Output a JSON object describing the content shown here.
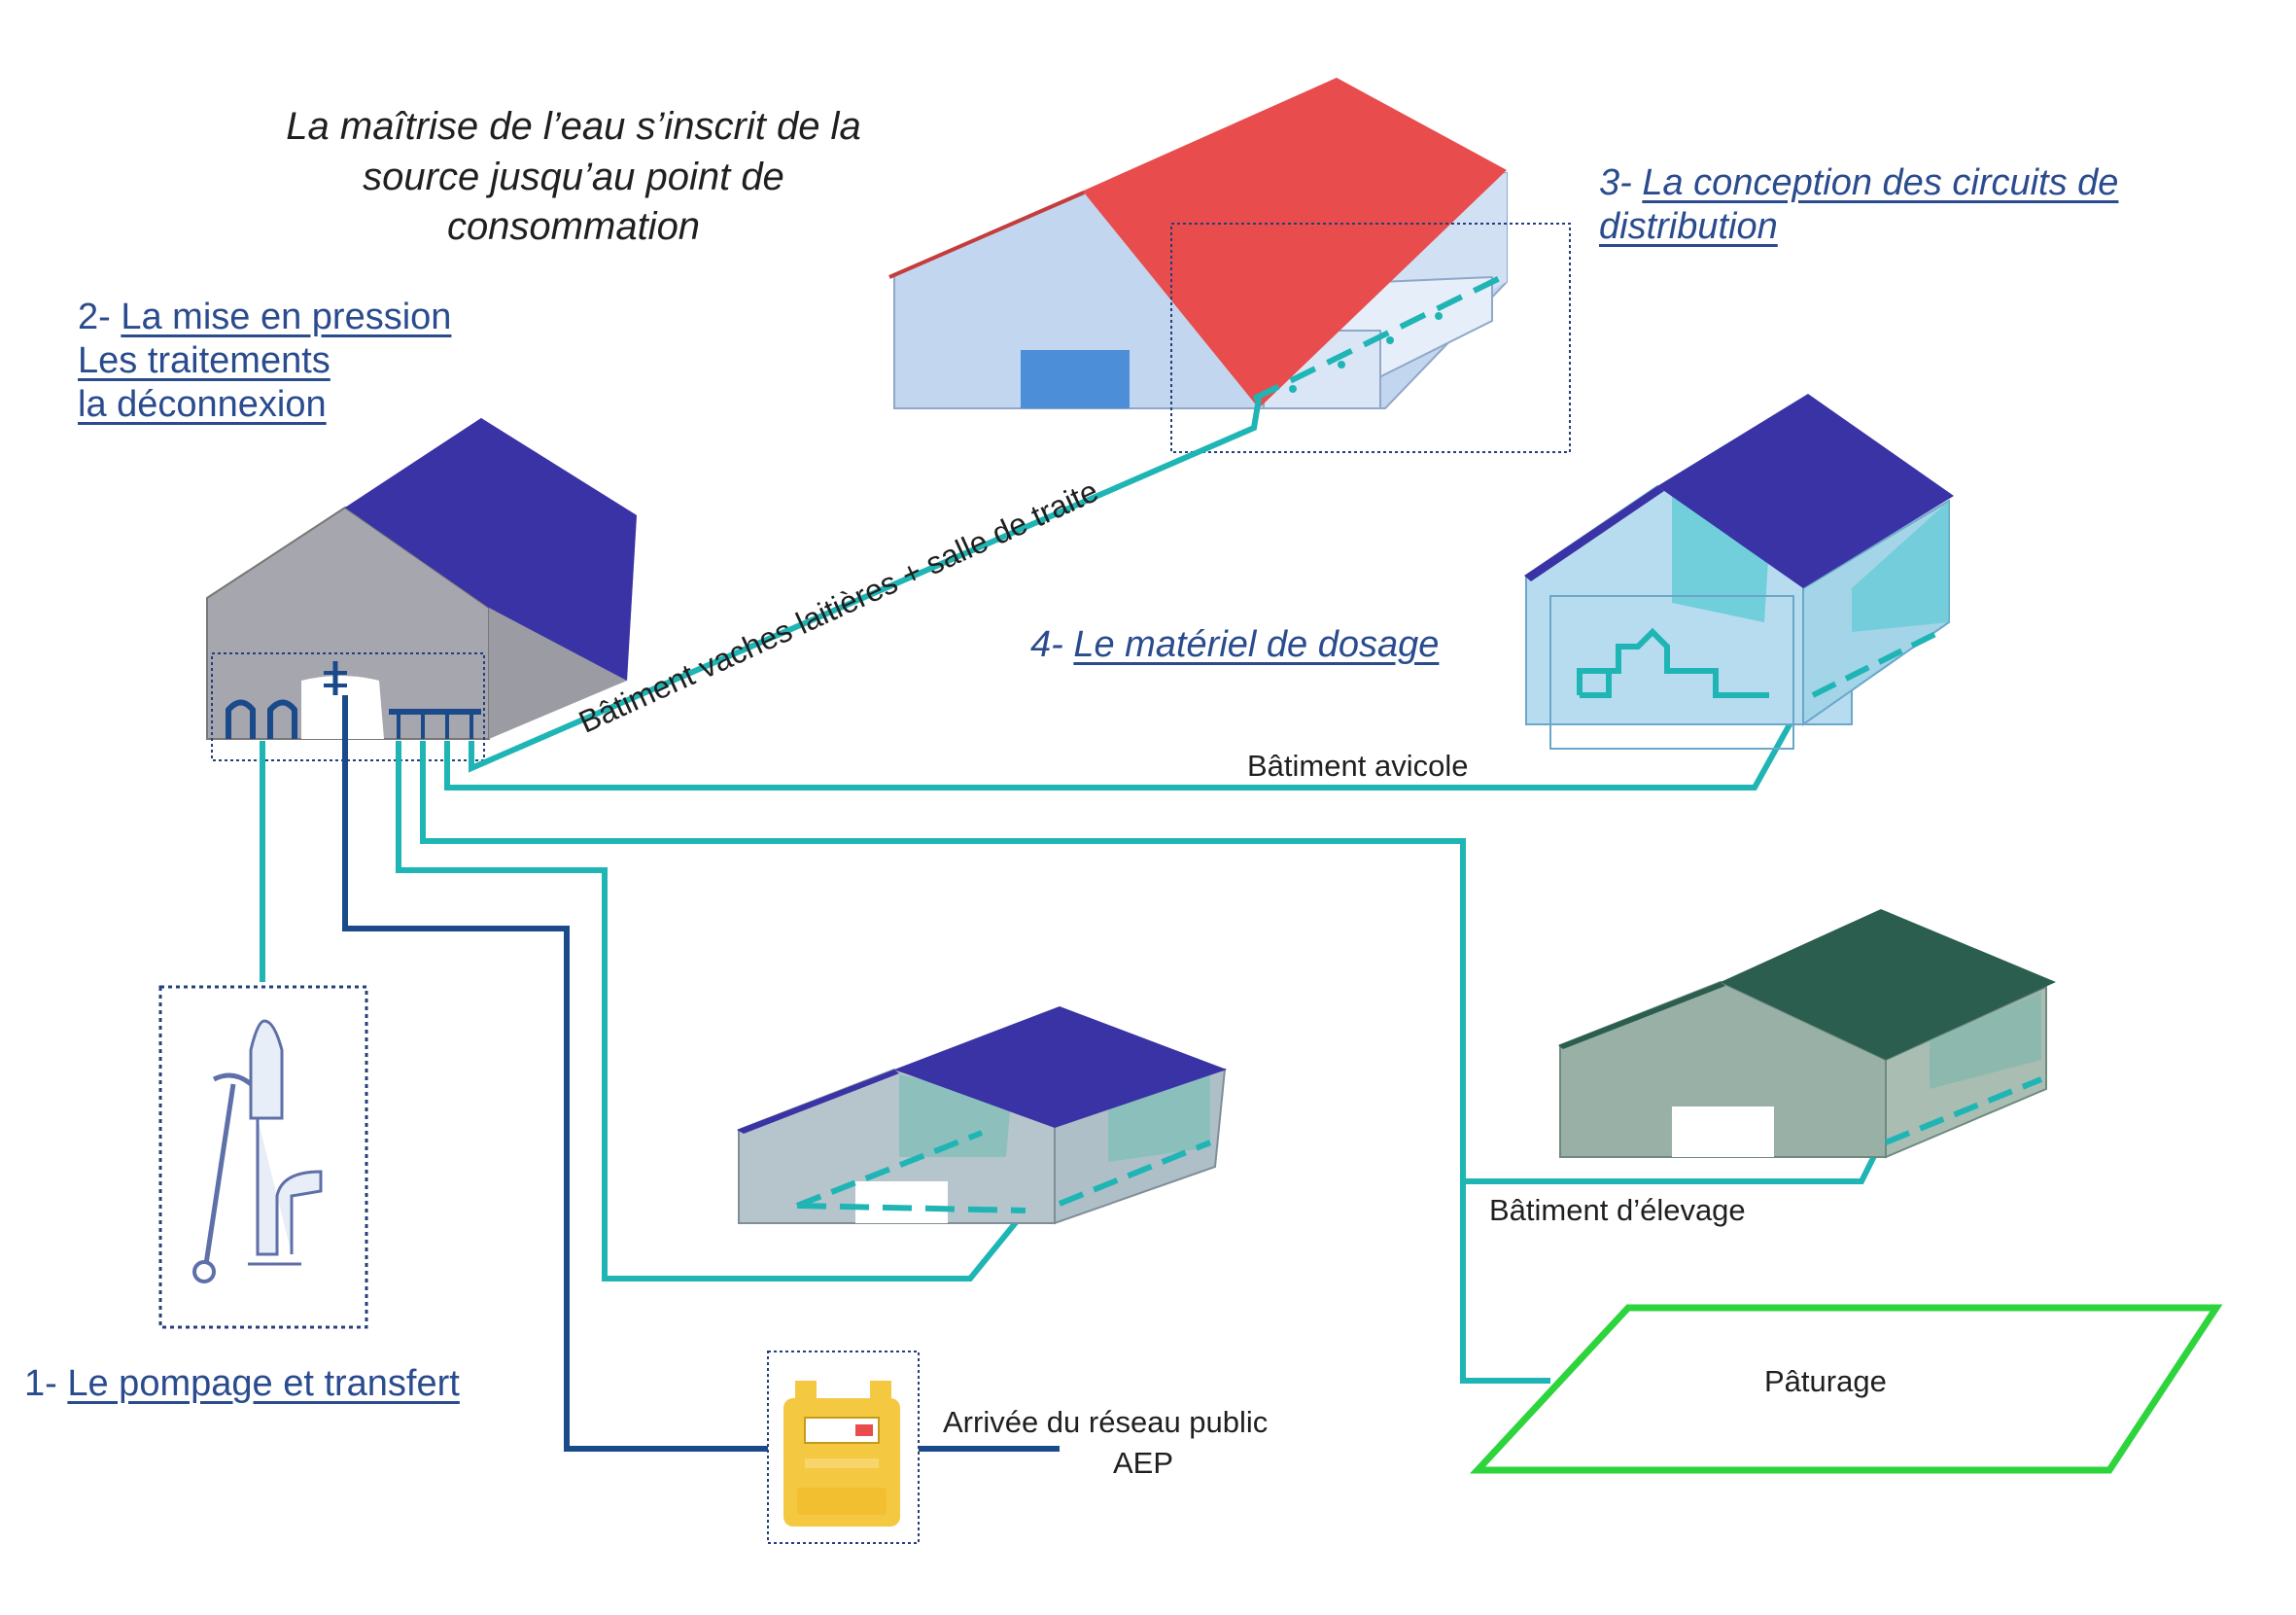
{
  "title": {
    "line1": "La maîtrise de l’eau s’inscrit de la",
    "line2": "source jusqu’au point de",
    "line3": "consommation"
  },
  "steps": {
    "step1": {
      "number": "1-",
      "label": "Le pompage et transfert"
    },
    "step2": {
      "number": "2-",
      "label": "La mise en pression",
      "label2": "Les traitements",
      "label3": "la déconnexion"
    },
    "step3": {
      "number": "3-",
      "label": "La conception des circuits de",
      "label2": "distribution"
    },
    "step4": {
      "number": "4-",
      "label": "Le matériel de dosage"
    }
  },
  "labels": {
    "dairy": "Bâtiment vaches laitières + salle de traite",
    "poultry": "Bâtiment avicole",
    "breeding": "Bâtiment d’élevage",
    "pasture": "Pâturage",
    "public_network": "Arrivée du réseau public",
    "aep": "AEP"
  },
  "colors": {
    "pipe_teal": "#1fb5b5",
    "pipe_navy": "#1b4a8a",
    "roof_blue": "#3a33a6",
    "roof_red": "#e84c4c",
    "roof_green": "#2b5e4f",
    "pasture_green": "#2dd43c",
    "text_blue": "#2a4b8d"
  }
}
